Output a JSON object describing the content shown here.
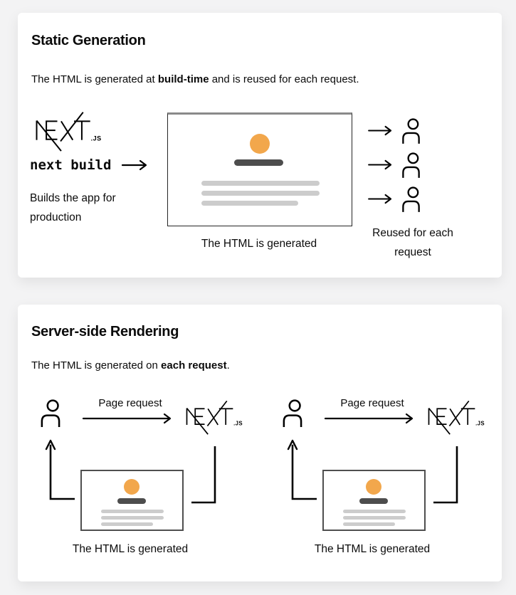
{
  "colors": {
    "page_bg": "#f3f3f4",
    "card_bg": "#ffffff",
    "accent_orange": "#f2a74c",
    "dark_bar": "#4d4d4d",
    "light_bar": "#cccccc",
    "ink": "#0b0b0b"
  },
  "logo": {
    "name": "Next.js wordmark",
    "suffix": ".JS"
  },
  "icons": {
    "user": "user-outline-icon",
    "arrow_right": "arrow-right-icon",
    "arrow_up": "arrow-up-elbow-icon",
    "arrow_down_elbow": "elbow-down-left-icon"
  },
  "card_static": {
    "title": "Static Generation",
    "desc_prefix": "The HTML is generated at ",
    "desc_bold": "build-time",
    "desc_suffix": " and is reused for each request.",
    "command": "next build",
    "note_line1": "Builds the app for",
    "note_line2": "production",
    "page_caption": "The HTML is generated",
    "reuse_line1": "Reused for each",
    "reuse_line2": "request"
  },
  "card_ssr": {
    "title": "Server-side Rendering",
    "desc_prefix": "The HTML is generated on ",
    "desc_bold": "each request",
    "desc_suffix": ".",
    "diagrams": [
      {
        "request_label": "Page request",
        "page_caption": "The HTML is generated"
      },
      {
        "request_label": "Page request",
        "page_caption": "The HTML is generated"
      }
    ]
  }
}
